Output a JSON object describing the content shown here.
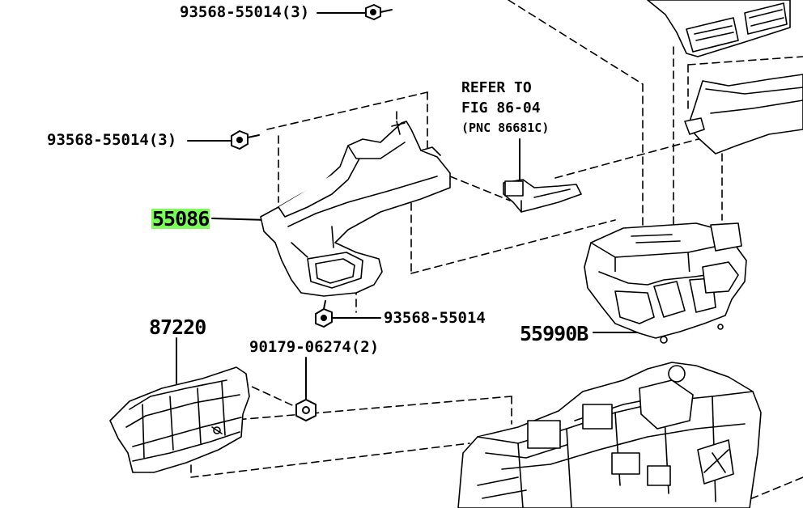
{
  "highlight_color": "#7CFC5A",
  "line_color": "#000000",
  "labels": {
    "p1": "93568-55014(3)",
    "p2": "93568-55014(3)",
    "p3": "55086",
    "p4": "93568-55014",
    "p5": "87220",
    "p6": "90179-06274(2)",
    "p7": "55990B"
  },
  "reference": {
    "line1": "REFER TO",
    "line2": "FIG 86-04",
    "line3": "(PNC 86681C)"
  },
  "highlighted_part": "55086"
}
